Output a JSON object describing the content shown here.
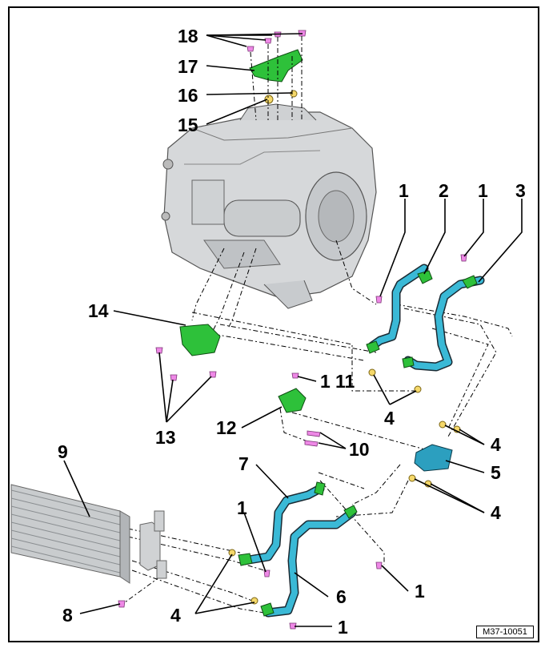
{
  "figure": {
    "reference_code": "M37-10051",
    "callouts": [
      "18",
      "17",
      "16",
      "15",
      "1",
      "2",
      "1",
      "3",
      "14",
      "1",
      "11",
      "4",
      "13",
      "12",
      "10",
      "4",
      "9",
      "7",
      "5",
      "4",
      "1",
      "6",
      "1",
      "8",
      "4",
      "1"
    ]
  }
}
